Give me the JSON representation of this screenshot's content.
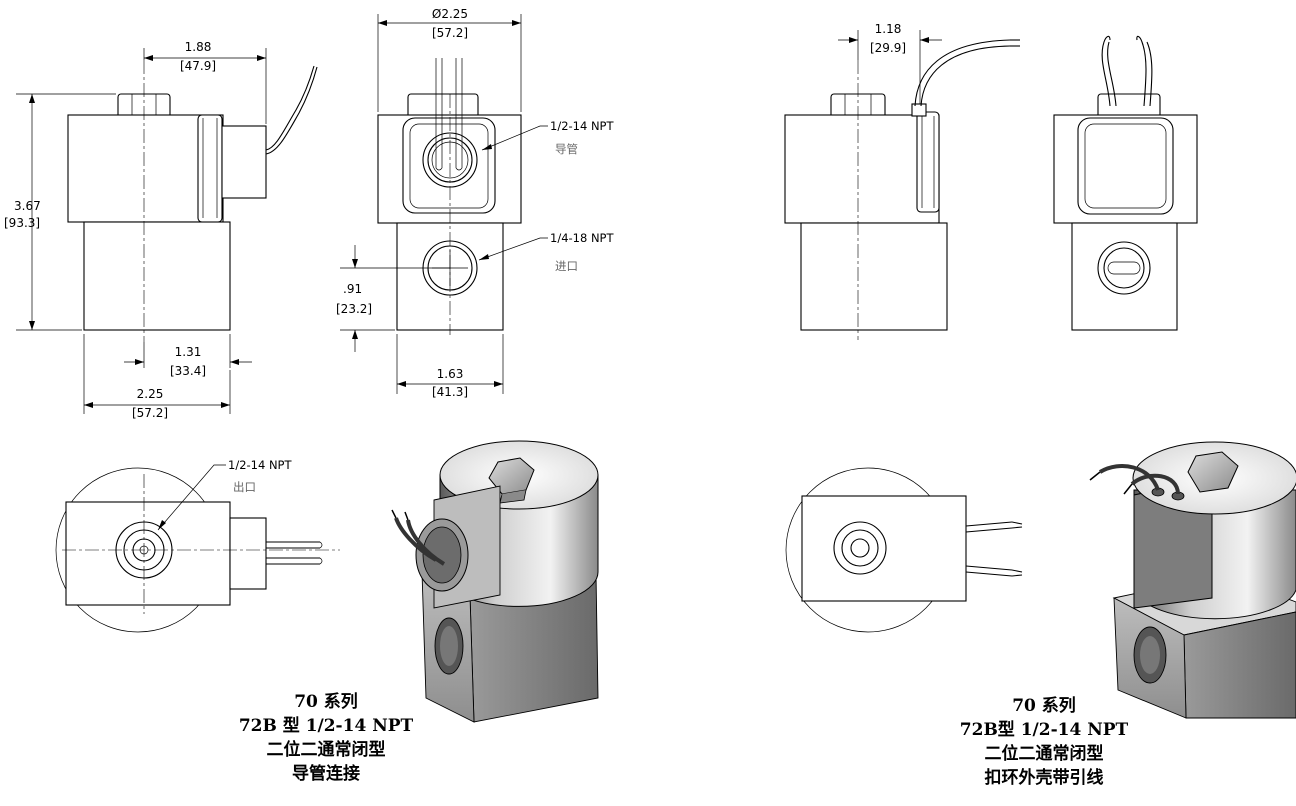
{
  "dims": {
    "d188": "1.88",
    "d188mm": "[47.9]",
    "d367": "3.67",
    "d367mm": "[93.3]",
    "d131": "1.31",
    "d131mm": "[33.4]",
    "d225b": "2.25",
    "d225bmm": "[57.2]",
    "d225t": "Ø2.25",
    "d225tmm": "[57.2]",
    "d091": ".91",
    "d091mm": "[23.2]",
    "d163": "1.63",
    "d163mm": "[41.3]",
    "d118": "1.18",
    "d118mm": "[29.9]"
  },
  "callouts": {
    "conduit": "1/2-14 NPT",
    "conduit_cn": "导管",
    "inlet": "1/4-18 NPT",
    "inlet_cn": "进口",
    "outlet": "1/2-14 NPT",
    "outlet_cn": "出口"
  },
  "captions": {
    "left": {
      "line1": "70 系列",
      "line2": "72B 型 1/2-14 NPT",
      "line3": "二位二通常闭型",
      "line4": "导管连接"
    },
    "right": {
      "line1": "70 系列",
      "line2": "72B型 1/2-14 NPT",
      "line3": "二位二通常闭型",
      "line4": "扣环外壳带引线"
    }
  }
}
